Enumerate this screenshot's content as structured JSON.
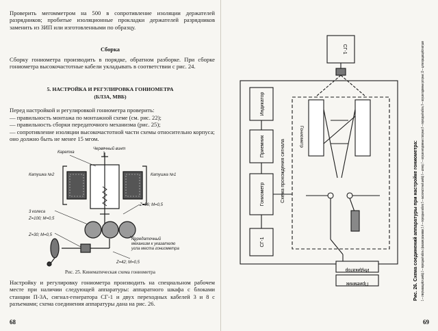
{
  "left": {
    "p1": "Проверить мегомметром на 500 в сопротивление изоляции держателей разрядников; пробитые изоляционные прокладки держателей разрядников заменить из ЗИП или изготовленными по образцу.",
    "assembly_heading": "Сборка",
    "p2": "Сборку гониометра производить в порядке, обратном разборке. При сборке гониометра высокочастотные кабели укладывать в соответствии с рис. 24.",
    "section_heading": "5. НАСТРОЙКА И РЕГУЛИРОВКА ГОНИОМЕТРА",
    "section_sub": "(БЛЗА, МВБ)",
    "p3": "Перед настройкой и регулировкой гониометра проверить:",
    "checks": [
      "— правильность монтажа по монтажной схеме (см. рис. 22);",
      "— правильность сборки передаточного механизма (рис. 25);",
      "— сопротивление изоляции высокочастотной части схемы относительно корпуса; оно должно быть не менее 15 мгом."
    ],
    "fig25": {
      "labels": {
        "carriage": "Каретка",
        "worm": "Червячный винт",
        "coil2": "Катушка №2",
        "coil1": "Катушка №1",
        "gears3": "3 колеса",
        "z100": "Z=100; М=0,5",
        "z56": "Z=56; М=0,5",
        "z30": "Z=30; М=0,5",
        "z42": "Z=42; М=0,5",
        "mech": "Передаточный механизм к указателю угла места гониометра"
      },
      "caption": "Рис. 25. Кинематическая схема гониометра"
    },
    "p4": "Настройку и регулировку гониометра производить на специальном рабочем месте при наличии следующей аппаратуры: аппаратного шкафа с блоками станции П-3А, сигнал-генератора СГ-1 и двух переходных кабелей 3 и 8 с разъемами; схема соединения аппаратуры дана на рис. 26.",
    "page_number": "68"
  },
  "right": {
    "page_number": "69",
    "fig26": {
      "blocks": [
        "СГ-1",
        "Гониометр",
        "Приемник",
        "Индикатор",
        "СГ-1",
        "Индикатор",
        "Приемник"
      ],
      "gonio_label": "Гониометр",
      "dashed_label": "Схема прохождения сигнала",
      "caption_title": "Рис. 26. Схема соединений аппаратуры при настройке гониометра:",
      "caption_body": "1 — отвертывающийся шнейф; 2 — переходный кабель с фишками разъемами; 3, 4 — переходные кабели; 5 — высокочастотный шнейф; 6 — штекер; 7 — катушки неподвижные статорные; 8 — переходный кабель; 9 — катушки подвижные роторные; 10 — щетки вращающейся катушки"
    }
  }
}
